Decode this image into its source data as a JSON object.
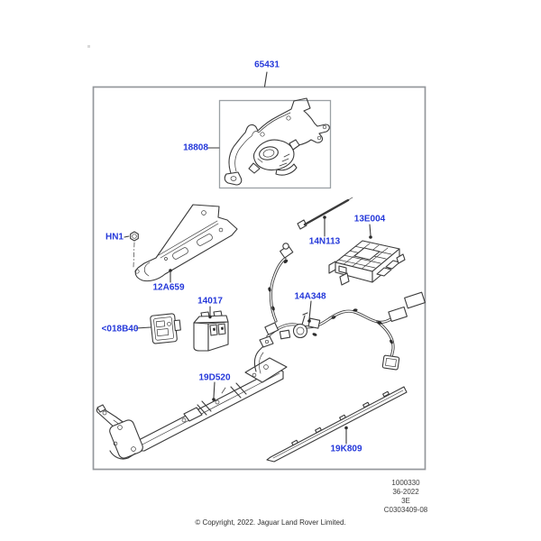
{
  "colors": {
    "label_blue": "#2438da",
    "line_dark": "#3a3a3a",
    "border_gray": "#94989c",
    "background": "#ffffff"
  },
  "parts": [
    {
      "code": "65431"
    },
    {
      "code": "18808"
    },
    {
      "code": "HN1"
    },
    {
      "code": "12A659"
    },
    {
      "code": "14N113"
    },
    {
      "code": "13E004"
    },
    {
      "code": "14017"
    },
    {
      "code": "14A348"
    },
    {
      "code": "<018B40"
    },
    {
      "code": "19D520"
    },
    {
      "code": "19K809"
    }
  ],
  "footer": {
    "plate_lines": [
      "1000330",
      "36-2022",
      "3E",
      "C0303409-08"
    ],
    "copyright": "© Copyright, 2022. Jaguar Land Rover Limited."
  }
}
